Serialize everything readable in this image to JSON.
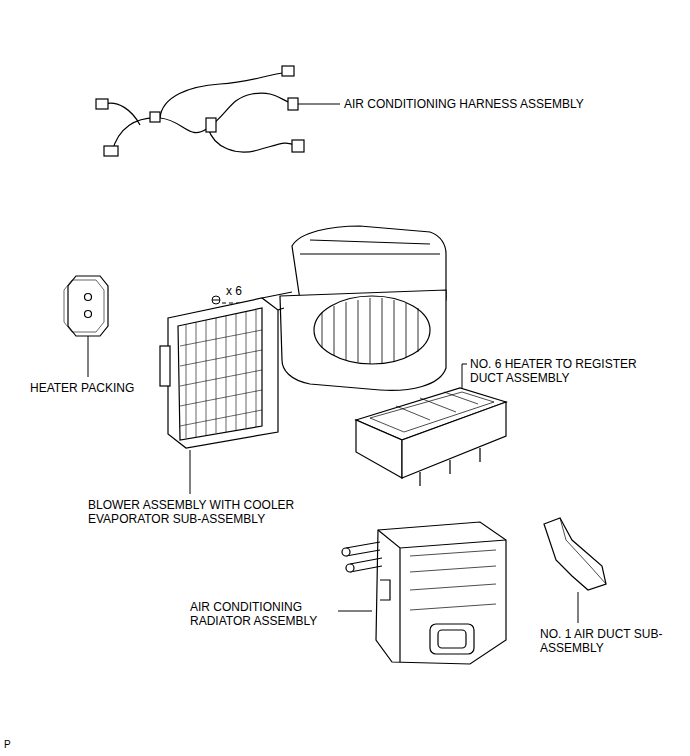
{
  "diagram": {
    "labels": [
      "AIR CONDITIONING HARNESS ASSEMBLY",
      "x 6",
      "HEATER PACKING",
      "NO. 6 HEATER TO REGISTER DUCT ASSEMBLY",
      "BLOWER ASSEMBLY WITH COOLER EVAPORATOR SUB-ASSEMBLY",
      "AIR CONDITIONING RADIATOR ASSEMBLY",
      "NO. 1 AIR DUCT SUB-ASSEMBLY",
      "P"
    ]
  }
}
